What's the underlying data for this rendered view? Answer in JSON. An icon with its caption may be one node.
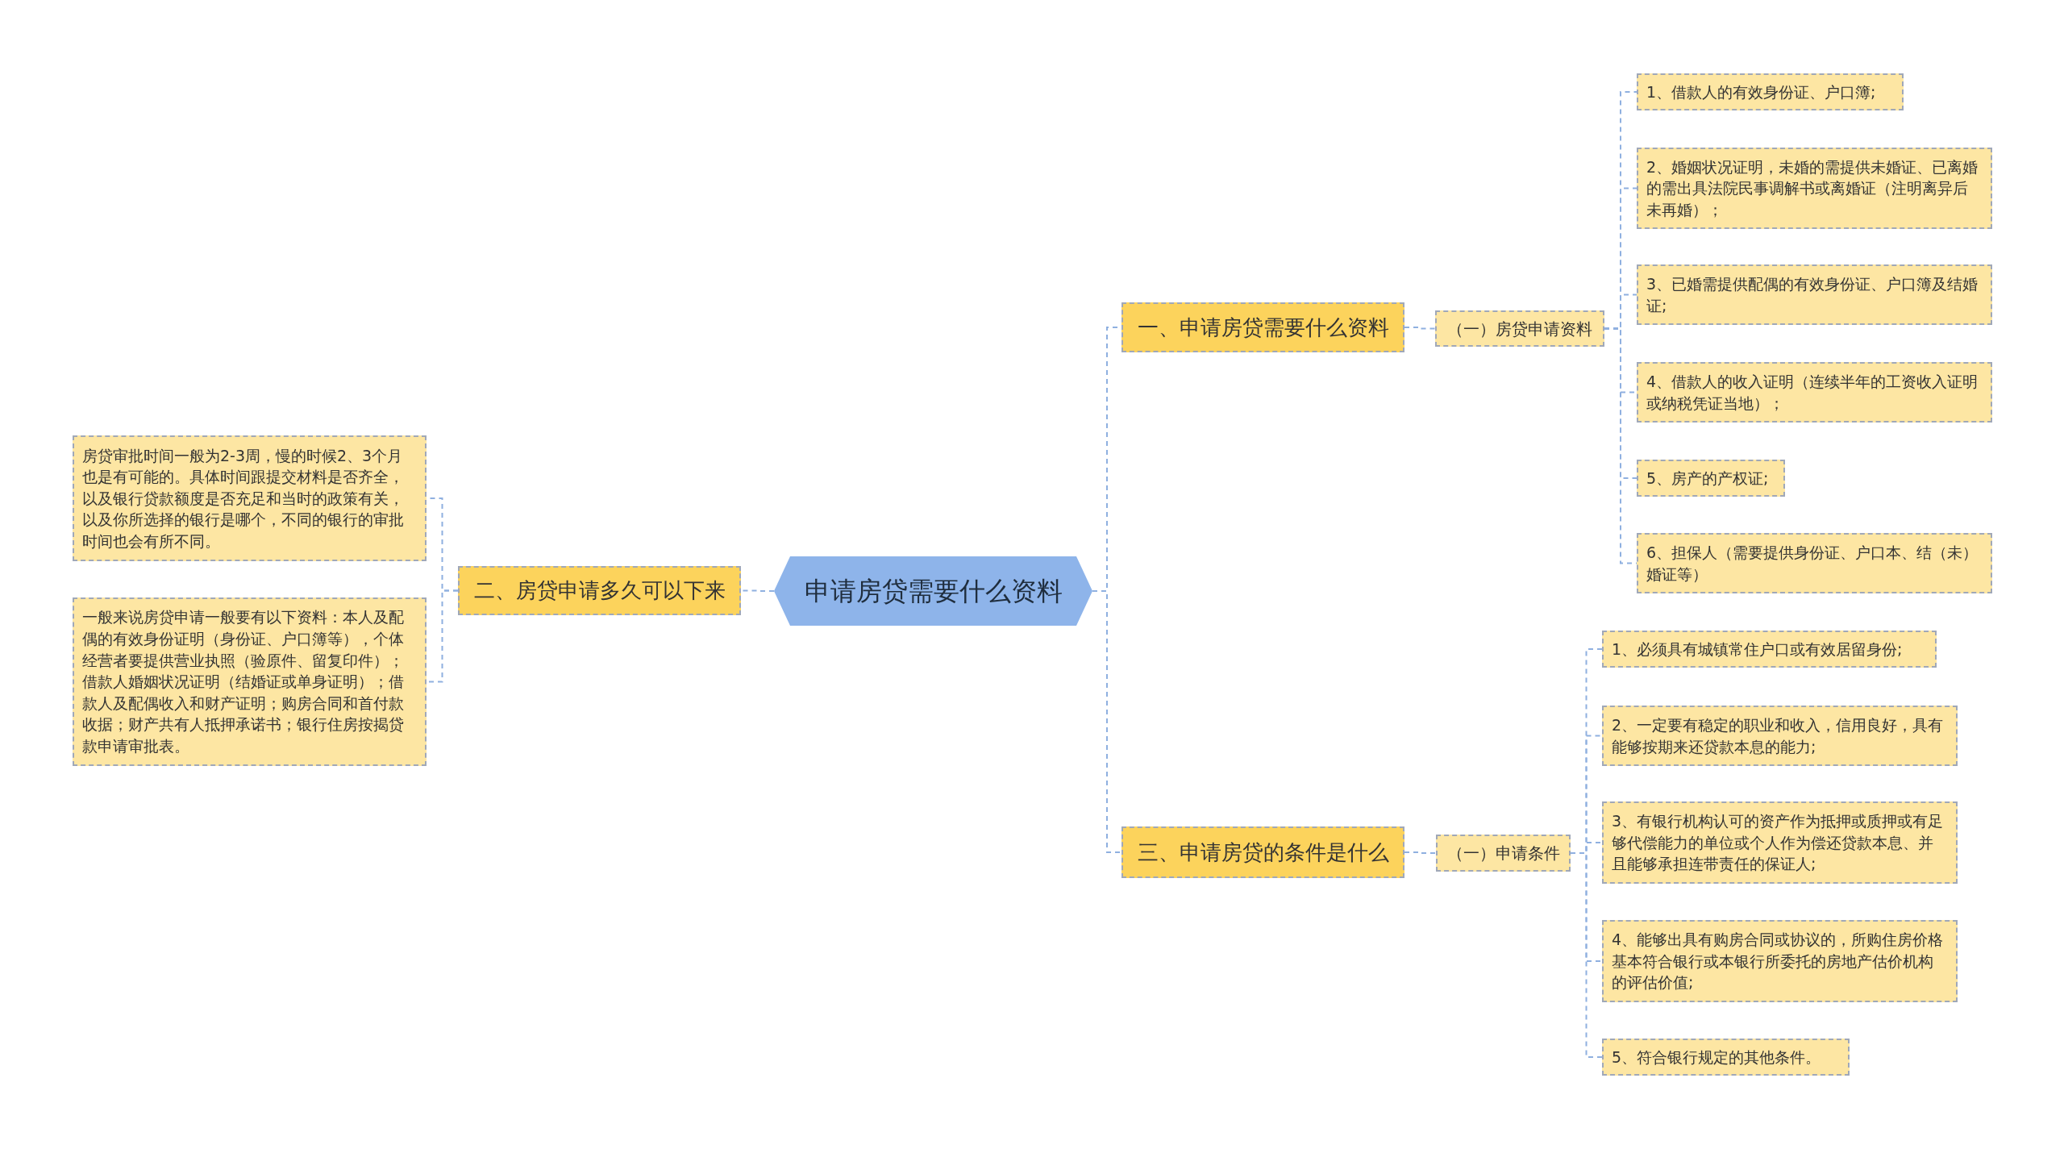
{
  "diagram": {
    "nodes": [
      {
        "text": [
          "申请房贷需要什么资料"
        ]
      },
      {
        "text": [
          "一、申请房贷需要什么资料"
        ]
      },
      {
        "text": [
          "（一）房贷申请资料"
        ]
      },
      {
        "text": [
          "1、借款人的有效身份证、户口簿;"
        ]
      },
      {
        "text": [
          "2、婚姻状况证明，未婚的需提供未婚证、已离婚的需出具法院民事调解书或离婚证（注明离异后未再婚）；"
        ]
      },
      {
        "text": [
          "3、已婚需提供配偶的有效身份证、户口簿及结婚证;"
        ]
      },
      {
        "text": [
          "4、借款人的收入证明（连续半年的工资收入证明或纳税凭证当地）；"
        ]
      },
      {
        "text": [
          "5、房产的产权证;"
        ]
      },
      {
        "text": [
          "6、担保人（需要提供身份证、户口本、结（未）婚证等）"
        ]
      },
      {
        "text": [
          "二、房贷申请多久可以下来"
        ]
      },
      {
        "text": [
          "房贷审批时间一般为2-3周，慢的时候2、3个月也是有可能的。具体时间跟提交材料是否齐全，以及银行贷款额度是否充足和当时的政策有关，以及你所选择的银行是哪个，不同的银行的审批时间也会有所不同。"
        ]
      },
      {
        "text": [
          "一般来说房贷申请一般要有以下资料：本人及配偶的有效身份证明（身份证、户口簿等），个体经营者要提供营业执照（验原件、留复印件）；借款人婚姻状况证明（结婚证或单身证明）；借款人及配偶收入和财产证明；购房合同和首付款收据；财产共有人抵押承诺书；银行住房按揭贷款申请审批表。"
        ]
      },
      {
        "text": [
          "三、申请房贷的条件是什么"
        ]
      },
      {
        "text": [
          "（一）申请条件"
        ]
      },
      {
        "text": [
          "1、必须具有城镇常住户口或有效居留身份;"
        ]
      },
      {
        "text": [
          "2、一定要有稳定的职业和收入，信用良好，具有能够按期来还贷款本息的能力;"
        ]
      },
      {
        "text": [
          "3、有银行机构认可的资产作为抵押或质押或有足够代偿能力的单位或个人作为偿还贷款本息、并且能够承担连带责任的保证人;"
        ]
      },
      {
        "text": [
          "4、能够出具有购房合同或协议的，所购住房价格基本符合银行或本银行所委托的房地产估价机构的评估价值;"
        ]
      },
      {
        "text": [
          "5、符合银行规定的其他条件。"
        ]
      }
    ],
    "edges": [
      {
        "from": 0,
        "to": 1,
        "arrow": "none"
      },
      {
        "from": 1,
        "to": 2,
        "arrow": "none"
      },
      {
        "from": 2,
        "to": 3,
        "arrow": "none"
      },
      {
        "from": 2,
        "to": 4,
        "arrow": "none"
      },
      {
        "from": 2,
        "to": 5,
        "arrow": "none"
      },
      {
        "from": 2,
        "to": 6,
        "arrow": "none"
      },
      {
        "from": 2,
        "to": 7,
        "arrow": "none"
      },
      {
        "from": 2,
        "to": 8,
        "arrow": "none"
      },
      {
        "from": 0,
        "to": 9,
        "arrow": "none"
      },
      {
        "from": 9,
        "to": 10,
        "arrow": "none"
      },
      {
        "from": 9,
        "to": 11,
        "arrow": "none"
      },
      {
        "from": 0,
        "to": 12,
        "arrow": "none"
      },
      {
        "from": 12,
        "to": 13,
        "arrow": "none"
      },
      {
        "from": 13,
        "to": 14,
        "arrow": "none"
      },
      {
        "from": 13,
        "to": 15,
        "arrow": "none"
      },
      {
        "from": 13,
        "to": 16,
        "arrow": "none"
      },
      {
        "from": 13,
        "to": 17,
        "arrow": "none"
      },
      {
        "from": 13,
        "to": 18,
        "arrow": "none"
      }
    ]
  }
}
